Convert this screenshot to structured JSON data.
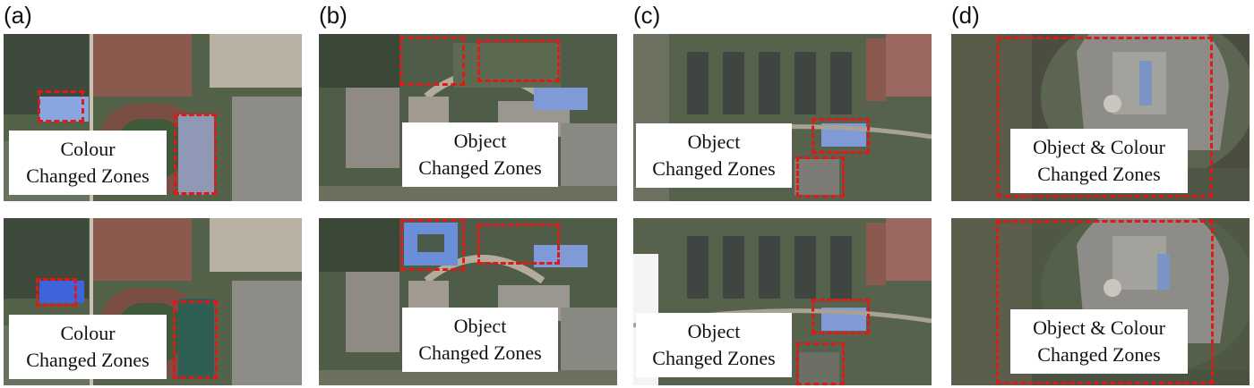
{
  "panels": [
    {
      "label": "(a)",
      "top_caption": [
        "Colour",
        "Changed Zones"
      ],
      "bottom_caption": [
        "Colour",
        "Changed Zones"
      ]
    },
    {
      "label": "(b)",
      "top_caption": [
        "Object",
        "Changed Zones"
      ],
      "bottom_caption": [
        "Object",
        "Changed Zones"
      ]
    },
    {
      "label": "(c)",
      "top_caption": [
        "Object",
        "Changed Zones"
      ],
      "bottom_caption": [
        "Object",
        "Changed Zones"
      ]
    },
    {
      "label": "(d)",
      "top_caption": [
        "Object & Colour",
        "Changed Zones"
      ],
      "bottom_caption": [
        "Object & Colour",
        "Changed Zones"
      ]
    }
  ],
  "colors": {
    "zone_outline": "#e01818",
    "vegetation": "#4d5a44",
    "roof_grey": "#9a9a98",
    "roof_blue": "#6f8fd0",
    "track_red": "#8a5a4e"
  }
}
